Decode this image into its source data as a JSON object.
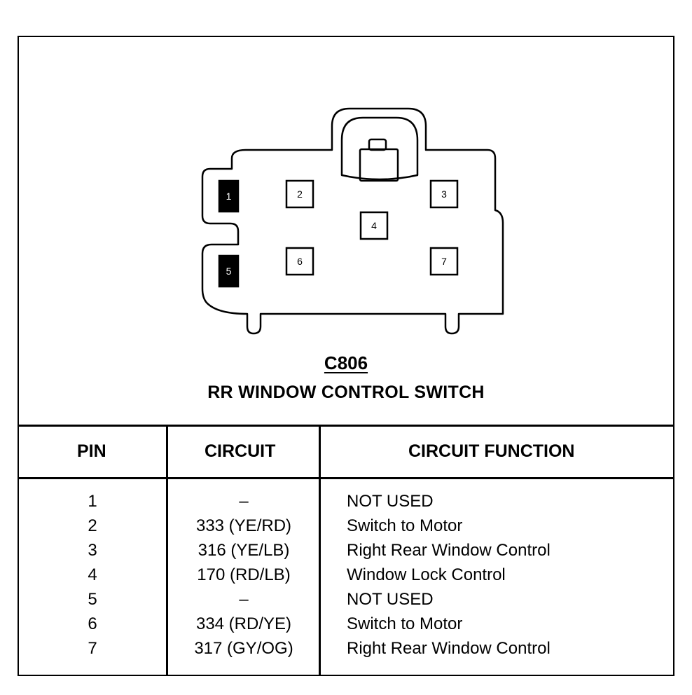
{
  "connector": {
    "id": "C806",
    "name": "RR WINDOW CONTROL SWITCH",
    "pins": [
      {
        "label": "1",
        "filled": true
      },
      {
        "label": "2",
        "filled": false
      },
      {
        "label": "3",
        "filled": false
      },
      {
        "label": "4",
        "filled": false
      },
      {
        "label": "5",
        "filled": true
      },
      {
        "label": "6",
        "filled": false
      },
      {
        "label": "7",
        "filled": false
      }
    ]
  },
  "table": {
    "headers": {
      "pin": "PIN",
      "circuit": "CIRCUIT",
      "function": "CIRCUIT FUNCTION"
    },
    "rows": [
      {
        "pin": "1",
        "circuit": "–",
        "function": "NOT USED"
      },
      {
        "pin": "2",
        "circuit": "333 (YE/RD)",
        "function": "Switch to Motor"
      },
      {
        "pin": "3",
        "circuit": "316 (YE/LB)",
        "function": "Right Rear Window Control"
      },
      {
        "pin": "4",
        "circuit": "170 (RD/LB)",
        "function": "Window Lock Control"
      },
      {
        "pin": "5",
        "circuit": "–",
        "function": "NOT USED"
      },
      {
        "pin": "6",
        "circuit": "334 (RD/YE)",
        "function": "Switch to Motor"
      },
      {
        "pin": "7",
        "circuit": "317 (GY/OG)",
        "function": "Right Rear Window Control"
      }
    ]
  },
  "colors": {
    "line": "#000000",
    "background": "#ffffff"
  }
}
